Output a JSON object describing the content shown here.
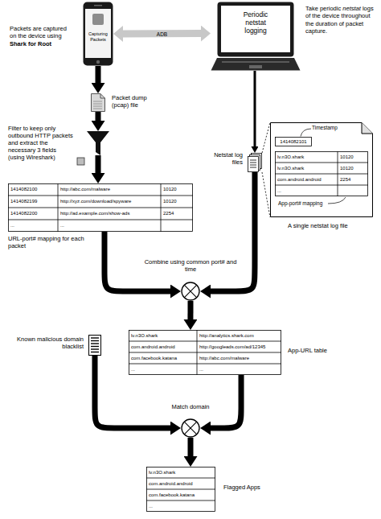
{
  "diagram": {
    "nodes": [
      {
        "text": [
          "Capturing Packets"
        ]
      },
      {
        "text": [
          "Periodic netstat logging"
        ]
      },
      {
        "text": [
          "Packet dump (pcap) file"
        ]
      },
      {
        "text": [
          "Filter to keep only outbound HTTP packets and extract the necessary 3 fields (using Wireshark)"
        ]
      },
      {
        "text": [
          "1414082100",
          "http://abc.com/malware",
          "10120",
          "1414082199",
          "http://xyz.com/download/spyware",
          "10120",
          "1414082200",
          "http://ad.example.com/show-ads",
          "2254",
          "...",
          "...",
          "URL-port# mapping for each packet"
        ]
      },
      {
        "text": [
          "Netstat log files"
        ]
      },
      {
        "text": [
          "Timestamp",
          "1414082101",
          "lv.n3O.shark",
          "10120",
          "lv.n3O.shark",
          "10120",
          "com.android.android",
          "2254",
          "...",
          "App-port# mapping",
          "A single netstat log file"
        ]
      },
      {
        "text": [
          "Combine using common port# and time"
        ]
      },
      {
        "text": [
          "lv.n3O.shark",
          "http://analytics.shark.com",
          "com.android.android",
          "http://googleads.com/ad/12345",
          "com.facebook.katana",
          "http://abc.com/malware",
          "...",
          "...",
          "App-URL table"
        ]
      },
      {
        "text": [
          "Known malicious domain blacklist"
        ]
      },
      {
        "text": [
          "Match domain"
        ]
      },
      {
        "text": [
          "lv.n3O.shark",
          "com.android.android",
          "com.facebook.katana",
          "...",
          "Flagged Apps"
        ]
      }
    ],
    "edges": [
      {
        "from": 0,
        "to": 1,
        "label": "ADB",
        "arrow": "both"
      },
      {
        "from": 0,
        "to": 2,
        "arrow": "to"
      },
      {
        "from": 2,
        "to": 3,
        "arrow": "to"
      },
      {
        "from": 3,
        "to": 4,
        "arrow": "to"
      },
      {
        "from": 1,
        "to": 5,
        "arrow": "to"
      },
      {
        "from": 5,
        "to": 6,
        "arrow": "none"
      },
      {
        "from": 4,
        "to": 7,
        "arrow": "to"
      },
      {
        "from": 5,
        "to": 7,
        "arrow": "to"
      },
      {
        "from": 7,
        "to": 8,
        "arrow": "to"
      },
      {
        "from": 8,
        "to": 10,
        "arrow": "to"
      },
      {
        "from": 9,
        "to": 10,
        "arrow": "to"
      },
      {
        "from": 10,
        "to": 11,
        "arrow": "to"
      }
    ],
    "labels": [
      "Packets are captured on the device using",
      "Shark for Root",
      "Take periodic",
      "netstat",
      "logs of the device throughout the duration of packet capture."
    ]
  }
}
